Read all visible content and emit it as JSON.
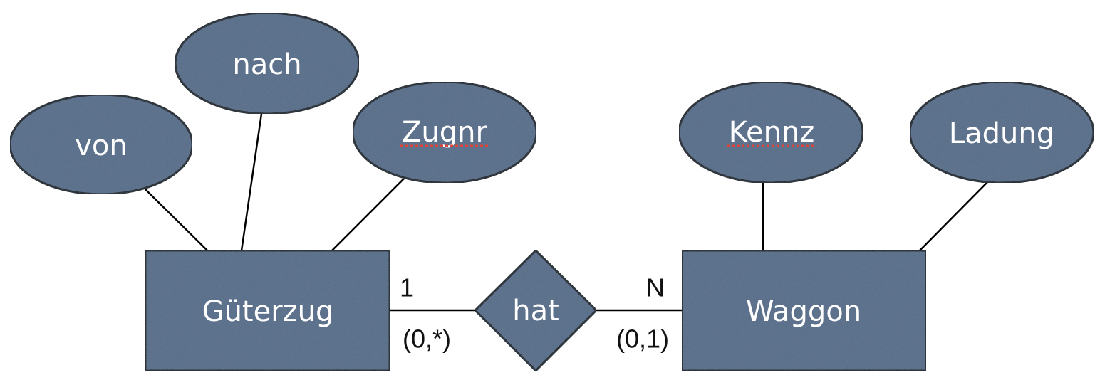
{
  "diagram": {
    "type": "entity-relationship",
    "colors": {
      "node_fill": "#556a86",
      "node_stroke": "#000000",
      "edge": "#000000",
      "label_text": "#ffffff",
      "cardinality_text": "#111111",
      "spellcheck_underline": "#e0443a"
    },
    "entities": [
      {
        "id": "gueterzug",
        "label": "Güterzug"
      },
      {
        "id": "waggon",
        "label": "Waggon"
      }
    ],
    "relationships": [
      {
        "id": "hat",
        "label": "hat"
      }
    ],
    "attributes": [
      {
        "id": "von",
        "label": "von",
        "entity": "gueterzug",
        "spellcheck_flag": false
      },
      {
        "id": "nach",
        "label": "nach",
        "entity": "gueterzug",
        "spellcheck_flag": false
      },
      {
        "id": "zugnr",
        "label": "Zugnr",
        "entity": "gueterzug",
        "spellcheck_flag": true
      },
      {
        "id": "kennz",
        "label": "Kennz",
        "entity": "waggon",
        "spellcheck_flag": true
      },
      {
        "id": "ladung",
        "label": "Ladung",
        "entity": "waggon",
        "spellcheck_flag": false
      }
    ],
    "connections": [
      {
        "from": "gueterzug",
        "to": "hat",
        "cardinality": "1",
        "min_max": "(0,*)"
      },
      {
        "from": "hat",
        "to": "waggon",
        "cardinality": "N",
        "min_max": "(0,1)"
      }
    ]
  }
}
